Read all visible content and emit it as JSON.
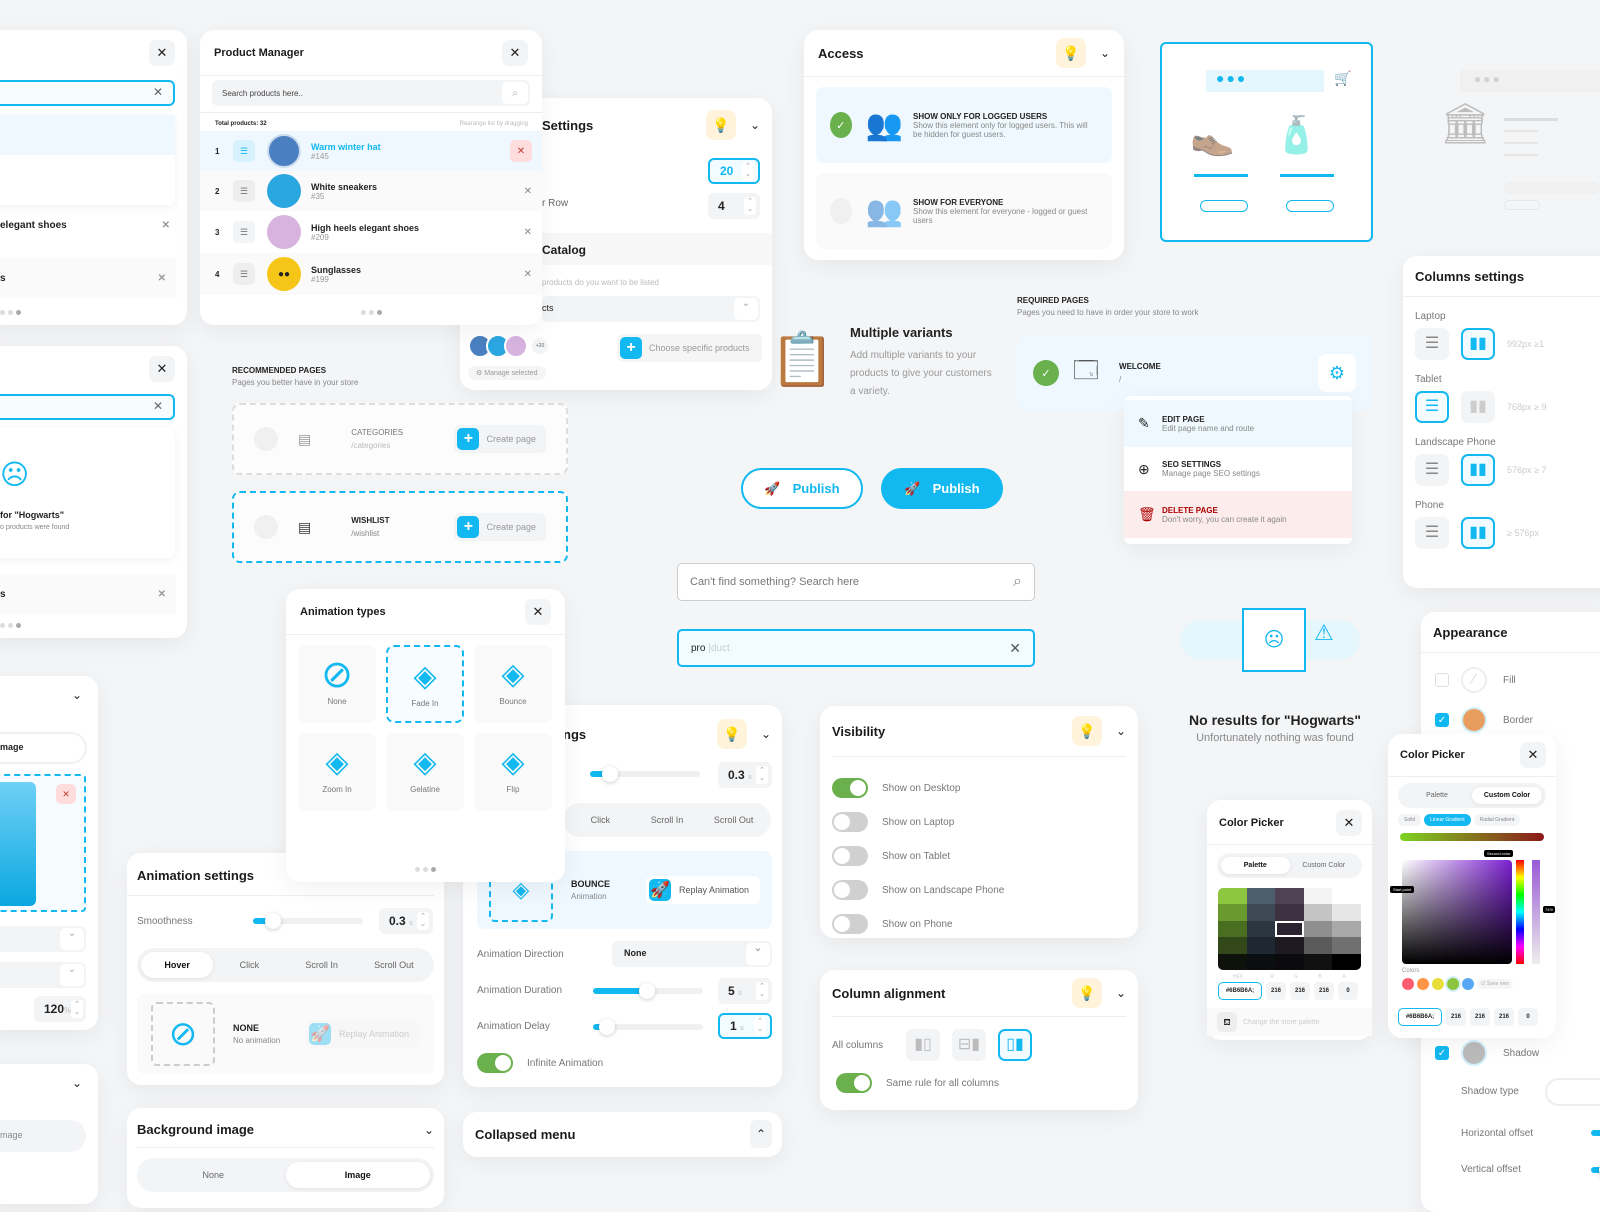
{
  "left_product_panel": {
    "items": [
      {
        "name": "elegant shoes"
      },
      {
        "name": "s"
      }
    ]
  },
  "product_manager": {
    "title": "Product Manager",
    "search_placeholder": "Search products here..",
    "total": "Total products: 32",
    "hint": "Rearange list by dragging",
    "items": [
      {
        "index": "1",
        "name": "Warm winter hat",
        "id": "#145",
        "color": "#4a7fc1"
      },
      {
        "index": "2",
        "name": "White sneakers",
        "id": "#35",
        "color": "#2aa6e0"
      },
      {
        "index": "3",
        "name": "High heels elegant shoes",
        "id": "#209",
        "color": "#d7b3e0"
      },
      {
        "index": "4",
        "name": "Sunglasses",
        "id": "#199",
        "color": "#f5c518"
      }
    ]
  },
  "catalog_settings": {
    "title": "Settings",
    "field1_value": "20",
    "field2_label": "r Row",
    "field2_value": "4",
    "section": "Catalog",
    "section_hint": "products do you want to be listed",
    "select_value": "cts",
    "more_count": "+20",
    "manage_label": "Manage selected",
    "choose_label": "Choose specific products"
  },
  "access": {
    "title": "Access",
    "options": [
      {
        "title": "SHOW ONLY FOR LOGGED USERS",
        "desc": "Show this element only for logged users. This will be hidden for guest users."
      },
      {
        "title": "SHOW FOR EVERYONE",
        "desc": "Show this element for everyone - logged or guest users"
      }
    ]
  },
  "recommended": {
    "title": "RECOMMENDED PAGES",
    "subtitle": "Pages you better have in your store",
    "pages": [
      {
        "name": "CATEGORIES",
        "route": "/categories",
        "button": "Create page"
      },
      {
        "name": "WISHLIST",
        "route": "/wishlist",
        "button": "Create page"
      }
    ]
  },
  "multiple_variants": {
    "title": "Multiple variants",
    "desc": "Add multiple variants to your products to give your customers a variety."
  },
  "publish": {
    "outline_label": "Publish",
    "solid_label": "Publish"
  },
  "search1": {
    "placeholder": "Can't find something? Search here"
  },
  "search2": {
    "typed": "pro",
    "suggest": "duct"
  },
  "required": {
    "title": "REQUIRED PAGES",
    "subtitle": "Pages you need to have in order your store to work",
    "page_name": "WELCOME",
    "page_route": "/",
    "menu": [
      {
        "title": "EDIT PAGE",
        "desc": "Edit page name and route"
      },
      {
        "title": "SEO SETTINGS",
        "desc": "Manage page SEO settings"
      },
      {
        "title": "DELETE PAGE",
        "desc": "Don't worry, you can create it again"
      }
    ]
  },
  "no_results": {
    "title": "No results for \"Hogwarts\"",
    "subtitle": "Unfortunately nothing was found",
    "mini_title": "for \"Hogwarts\"",
    "mini_sub": "o products were found"
  },
  "columns_settings": {
    "title": "Columns settings",
    "rows": [
      {
        "label": "Laptop",
        "hint": "992px ≥1"
      },
      {
        "label": "Tablet",
        "hint": "768px ≥ 9"
      },
      {
        "label": "Landscape Phone",
        "hint": "576px ≥ 7"
      },
      {
        "label": "Phone",
        "hint": "≥ 576px"
      }
    ]
  },
  "animation_types": {
    "title": "Animation types",
    "items": [
      "None",
      "Fade In",
      "Bounce",
      "Zoom In",
      "Gelatine",
      "Flip"
    ]
  },
  "animation_settings": {
    "title": "Animation settings",
    "smoothness_label": "Smoothness",
    "smoothness_value": "0.3",
    "unit": "s",
    "tabs": [
      "Hover",
      "Click",
      "Scroll In",
      "Scroll Out"
    ],
    "anim_name": "NONE",
    "anim_desc": "No animation",
    "replay": "Replay Animation"
  },
  "animation_settings2": {
    "title": "ngs",
    "smooth_value": "0.3",
    "tabs": [
      "Click",
      "Scroll In",
      "Scroll Out"
    ],
    "anim_name": "BOUNCE",
    "anim_desc": "Animation",
    "replay": "Replay Animation",
    "direction_label": "Animation Direction",
    "direction_value": "None",
    "duration_label": "Animation Duration",
    "duration_value": "5",
    "delay_label": "Animation Delay",
    "delay_value": "1",
    "infinite_label": "Infinite Animation"
  },
  "visibility": {
    "title": "Visibility",
    "items": [
      {
        "label": "Show on Desktop",
        "on": true
      },
      {
        "label": "Show on Laptop",
        "on": false
      },
      {
        "label": "Show on Tablet",
        "on": false
      },
      {
        "label": "Show on Landscape Phone",
        "on": false
      },
      {
        "label": "Show on Phone",
        "on": false
      }
    ]
  },
  "column_alignment": {
    "title": "Column alignment",
    "label": "All columns",
    "same_rule": "Same rule for all columns"
  },
  "bg_image_left": {
    "field": "mage",
    "field2": "mage",
    "percent": "120",
    "unit": "%"
  },
  "background_image": {
    "title": "Background image",
    "tabs": [
      "None",
      "Image"
    ]
  },
  "collapsed_menu": {
    "title": "Collapsed menu"
  },
  "color_picker1": {
    "title": "Color Picker",
    "tabs": [
      "Palette",
      "Custom Color"
    ],
    "hex_label": "HEX",
    "r_label": "R",
    "g_label": "G",
    "b_label": "B",
    "a_label": "A",
    "hex": "#6B6B6A;",
    "r": "216",
    "g": "216",
    "b": "216",
    "a": "0",
    "hint": "Change the store palette"
  },
  "color_picker2": {
    "title": "Color Picker",
    "tabs": [
      "Palette",
      "Custom Color"
    ],
    "modes": [
      "Solid",
      "Linear Gradient",
      "Radial Gradient"
    ],
    "second_color": "Second color",
    "start_point": "Start point",
    "opacity": "74%",
    "colors_label": "Colors",
    "save_new": "Save new",
    "swatches": [
      "#ff5c6c",
      "#ff9646",
      "#e9dd3c",
      "#8cc63f",
      "#58a7f5"
    ],
    "hex": "#6B6B6A;",
    "r": "216",
    "g": "216",
    "b": "216",
    "a": "0"
  },
  "appearance": {
    "title": "Appearance",
    "fill": "Fill",
    "border": "Border",
    "shadow": "Shadow",
    "shadow_type": "Shadow type",
    "h_offset": "Horizontal offset",
    "v_offset": "Vertical offset"
  },
  "colors": {
    "accent": "#12b8f0",
    "success": "#6ab04c",
    "danger": "#c0392b",
    "warning_bg": "#fff3dc"
  }
}
